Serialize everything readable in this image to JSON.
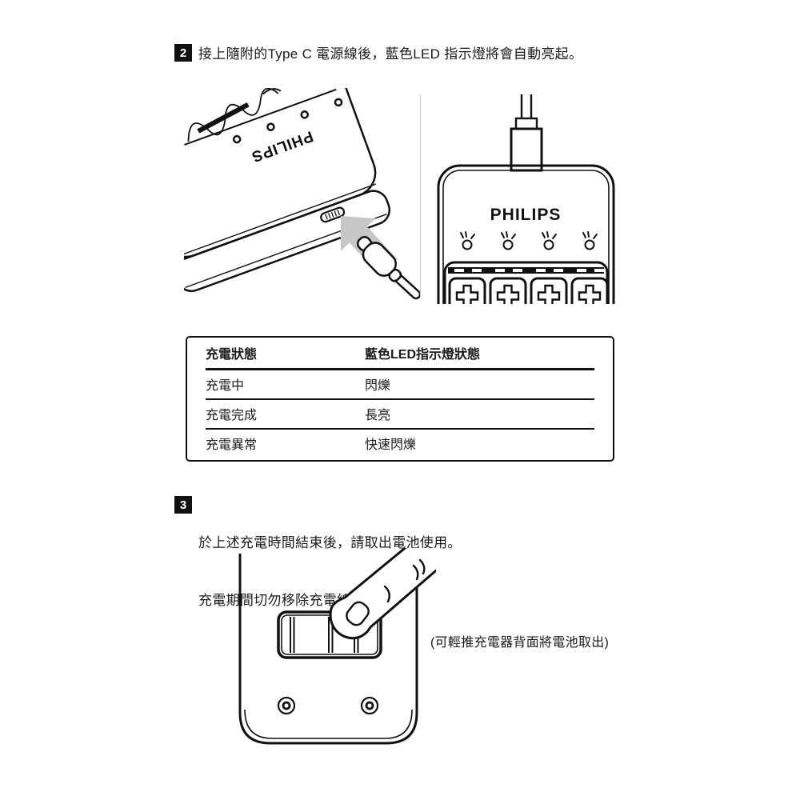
{
  "step2": {
    "number": "2",
    "text": "接上隨附的Type C 電源線後，藍色LED 指示燈將會自動亮起。"
  },
  "figures": {
    "left_brand": "PHILIPS",
    "right_brand": "PHILIPS"
  },
  "table": {
    "headers": [
      "充電狀態",
      "藍色LED指示燈狀態"
    ],
    "rows": [
      [
        "充電中",
        "閃爍"
      ],
      [
        "充電完成",
        "長亮"
      ],
      [
        "充電異常",
        "快速閃爍"
      ]
    ]
  },
  "step3": {
    "number": "3",
    "line1": "於上述充電時間結束後，請取出電池使用。",
    "line2": "充電期間切勿移除充電線。"
  },
  "bottom_figure": {
    "caption": "(可輕推充電器背面將電池取出)"
  },
  "colors": {
    "ink": "#111111",
    "arrow_gray": "#c7c7c7",
    "divider_gray": "#cfcfcf",
    "badge_bg": "#111111",
    "badge_fg": "#ffffff"
  }
}
